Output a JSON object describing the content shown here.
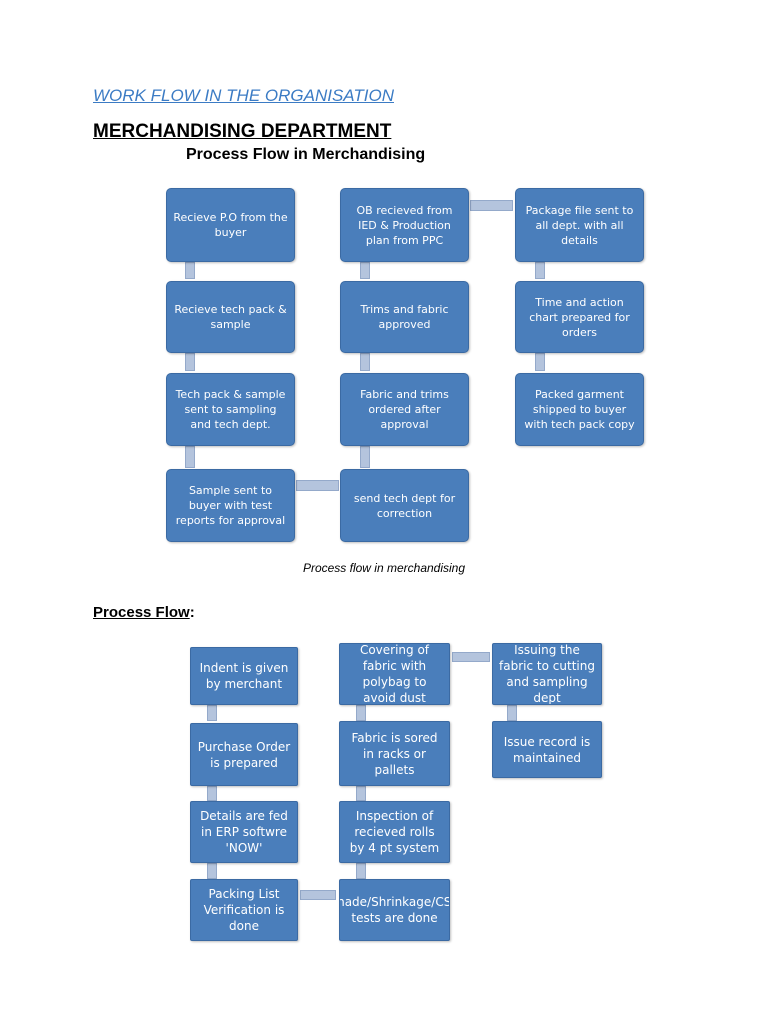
{
  "document": {
    "title": "WORK FLOW IN THE ORGANISATION",
    "department": "MERCHANDISING DEPARTMENT",
    "subtitle": "Process Flow in Merchandising",
    "caption": "Process flow in merchandising",
    "section2_heading": "Process Flow",
    "section2_colon": ":"
  },
  "flow1": {
    "col1": [
      "Recieve P.O from the buyer",
      "Recieve tech pack & sample",
      "Tech pack & sample sent to sampling and tech dept.",
      "Sample sent to buyer with test reports for approval"
    ],
    "col2": [
      "OB recieved from IED & Production plan from PPC",
      "Trims and fabric approved",
      "Fabric and trims ordered after approval",
      "send tech dept for correction"
    ],
    "col3": [
      "Package file sent to all dept. with all details",
      "Time and action chart prepared for orders",
      "Packed garment shipped to buyer with tech pack copy"
    ]
  },
  "flow2": {
    "col1": [
      "Indent is given by merchant",
      "Purchase Order is prepared",
      "Details are fed in ERP softwre 'NOW'",
      "Packing List Verification is done"
    ],
    "col2": [
      "Covering of fabric with polybag to avoid dust",
      "Fabric is sored in racks or pallets",
      "Inspection of recieved rolls by 4 pt system",
      "Shade/Shrinkage/CSV tests are done"
    ],
    "col3": [
      "Issuing the fabric to cutting and sampling dept",
      "Issue record is maintained"
    ]
  },
  "colors": {
    "box": "#4a7ebb",
    "connector": "#b4c4dd",
    "title_link": "#3b7bc4"
  }
}
